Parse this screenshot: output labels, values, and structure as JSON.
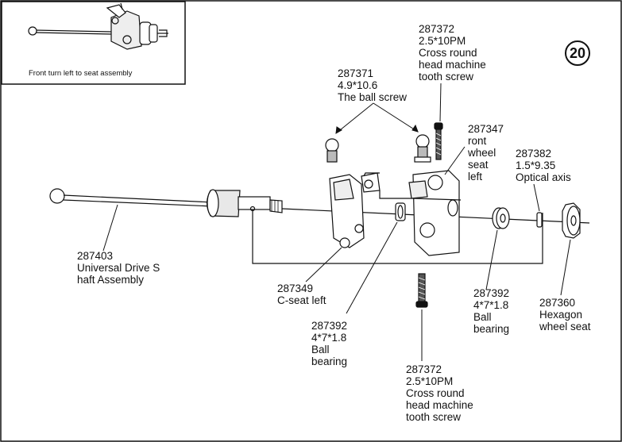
{
  "step_number": "20",
  "inset": {
    "caption": "Front turn left to seat assembly"
  },
  "parts": [
    {
      "id": "287372_top",
      "lines": [
        "287372",
        "2.5*10PM",
        "Cross round",
        "head machine",
        "tooth screw"
      ]
    },
    {
      "id": "287371",
      "lines": [
        "287371",
        "4.9*10.6",
        "The ball screw"
      ]
    },
    {
      "id": "287347",
      "lines": [
        "287347",
        "ront",
        "wheel",
        "seat",
        "left"
      ]
    },
    {
      "id": "287382",
      "lines": [
        "287382",
        "1.5*9.35",
        "Optical axis"
      ]
    },
    {
      "id": "287403",
      "lines": [
        "287403",
        "Universal Drive S",
        "haft Assembly"
      ]
    },
    {
      "id": "287349",
      "lines": [
        "287349",
        "C-seat left"
      ]
    },
    {
      "id": "287392_mid",
      "lines": [
        "287392",
        "4*7*1.8",
        "Ball",
        "bearing"
      ]
    },
    {
      "id": "287392_right",
      "lines": [
        "287392",
        "4*7*1.8",
        "Ball",
        "bearing"
      ]
    },
    {
      "id": "287360",
      "lines": [
        "287360",
        "Hexagon",
        "wheel seat"
      ]
    },
    {
      "id": "287372_bottom",
      "lines": [
        "287372",
        "2.5*10PM",
        "Cross round",
        "head machine",
        "tooth screw"
      ]
    }
  ],
  "colors": {
    "line": "#111111",
    "fill": "#ffffff",
    "shade": "#d9d9d9"
  }
}
